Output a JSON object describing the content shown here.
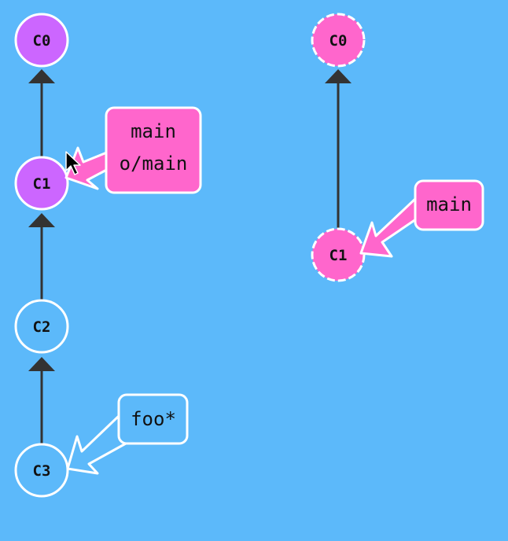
{
  "colors": {
    "background": "#5cb9fa",
    "commit_local": "#cc66ff",
    "commit_remote": "#ff66cc",
    "commit_plain": "#5cb9fa",
    "edge": "#333333",
    "stroke": "#ffffff",
    "branch_main": "#ff66cc",
    "branch_foo": "#5cb9fa"
  },
  "local_repo": {
    "commits": [
      "C0",
      "C1",
      "C2",
      "C3"
    ],
    "branches": {
      "main": {
        "lines": [
          "main",
          "o/main"
        ],
        "target": "C1"
      },
      "foo": {
        "lines": [
          "foo*"
        ],
        "target": "C3"
      }
    }
  },
  "remote_repo": {
    "commits": [
      "C0",
      "C1"
    ],
    "branches": {
      "main": {
        "lines": [
          "main"
        ],
        "target": "C1"
      }
    }
  },
  "cursor_icon": "mouse-pointer-icon"
}
